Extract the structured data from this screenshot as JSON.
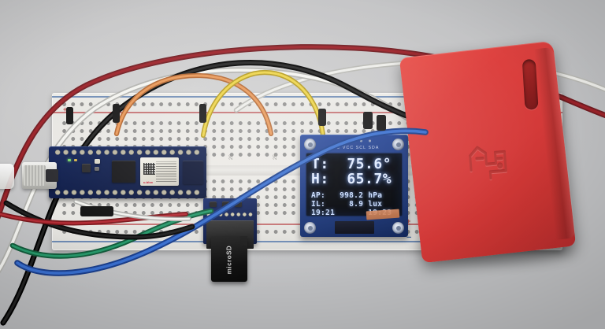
{
  "scene": {
    "title": "Arduino MKR breadboard weather-station prototype",
    "background_color": "#c9c9ca"
  },
  "oled": {
    "module_name": "0.96in I2C OLED display module",
    "pin_labels": "GND VCC SCL SDA",
    "pcb_color": "#1d3a85",
    "screen_color": "#010308",
    "text_color": "#dfeaff",
    "lines_large": [
      "T:  75.6°",
      "H:  65.7%"
    ],
    "lines_small": [
      "AP:   998.2 hPa",
      "IL:     8.9 lux",
      "19:21       19:23"
    ],
    "readings": {
      "temperature_label": "T:",
      "temperature_value": "75.6°",
      "humidity_label": "H:",
      "humidity_value": "65.7%",
      "pressure_label": "AP:",
      "pressure_value": "998.2",
      "pressure_unit": "hPa",
      "illuminance_label": "IL:",
      "illuminance_value": "8.9",
      "illuminance_unit": "lux",
      "time_left": "19:21",
      "time_right": "19:23"
    }
  },
  "board": {
    "name": "arduino-mkr-board",
    "pcb_color": "#122150",
    "module_logo": "u-blox",
    "connector": "micro-usb"
  },
  "sd_module": {
    "name": "microsd-card-module",
    "pcb_color": "#12204f",
    "card_label": "microSD"
  },
  "breadboard": {
    "name": "solderless-breadboard",
    "body_color": "#eceae6",
    "rail_plus": "+",
    "rail_minus": "−",
    "column_numbers": [
      "5",
      "10",
      "15",
      "20",
      "25",
      "30",
      "35",
      "40",
      "45",
      "50"
    ]
  },
  "enclosure": {
    "name": "red-project-enclosure",
    "color": "#d43a39",
    "feature": "handle-slot"
  },
  "wires": [
    {
      "name": "wire-red",
      "color": "#8e1d22"
    },
    {
      "name": "wire-white",
      "color": "#f2f2ee"
    },
    {
      "name": "wire-black",
      "color": "#131313"
    },
    {
      "name": "wire-orange",
      "color": "#e08a4a"
    },
    {
      "name": "wire-yellow",
      "color": "#e8c631"
    },
    {
      "name": "wire-blue",
      "color": "#2b5fbf"
    },
    {
      "name": "wire-green",
      "color": "#1f7a52"
    },
    {
      "name": "wire-light-gray",
      "color": "#dcdcd8"
    }
  ]
}
